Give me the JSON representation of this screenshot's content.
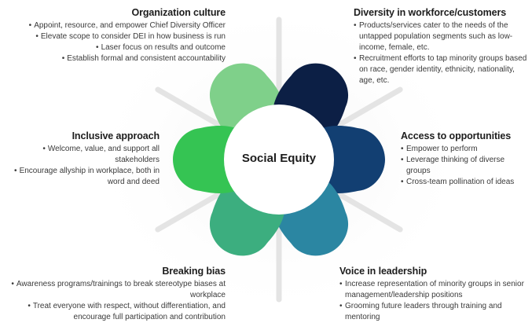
{
  "center": {
    "label": "Social Equity"
  },
  "sections": [
    {
      "id": "organization-culture",
      "title": "Organization culture",
      "color": "#7fd08a",
      "bullets": [
        "Appoint, resource, and empower Chief Diversity Officer",
        "Elevate scope to consider DEI in how business is run",
        "Laser focus on results and outcome",
        "Establish formal and consistent accountability"
      ]
    },
    {
      "id": "diversity-workforce",
      "title": "Diversity in workforce/customers",
      "color": "#0c1f45",
      "bullets": [
        "Products/services cater to the needs of the untapped population segments such as low-income, female, etc.",
        "Recruitment efforts to tap minority groups based on race, gender identity, ethnicity, nationality, age, etc."
      ]
    },
    {
      "id": "access-opportunities",
      "title": "Access to opportunities",
      "color": "#123f72",
      "bullets": [
        "Empower to perform",
        "Leverage thinking of diverse groups",
        "Cross-team pollination of ideas"
      ]
    },
    {
      "id": "voice-leadership",
      "title": "Voice in leadership",
      "color": "#2b86a2",
      "bullets": [
        "Increase representation of minority groups in senior management/leadership positions",
        "Grooming future leaders through training and mentoring"
      ]
    },
    {
      "id": "breaking-bias",
      "title": "Breaking bias",
      "color": "#3cae7f",
      "bullets": [
        "Awareness programs/trainings to break stereotype biases at workplace",
        "Treat everyone with respect, without differentiation, and encourage full participation and contribution"
      ]
    },
    {
      "id": "inclusive-approach",
      "title": "Inclusive approach",
      "color": "#35c453",
      "bullets": [
        "Welcome, value, and support all stakeholders",
        "Encourage allyship in workplace, both in word and deed"
      ]
    }
  ]
}
